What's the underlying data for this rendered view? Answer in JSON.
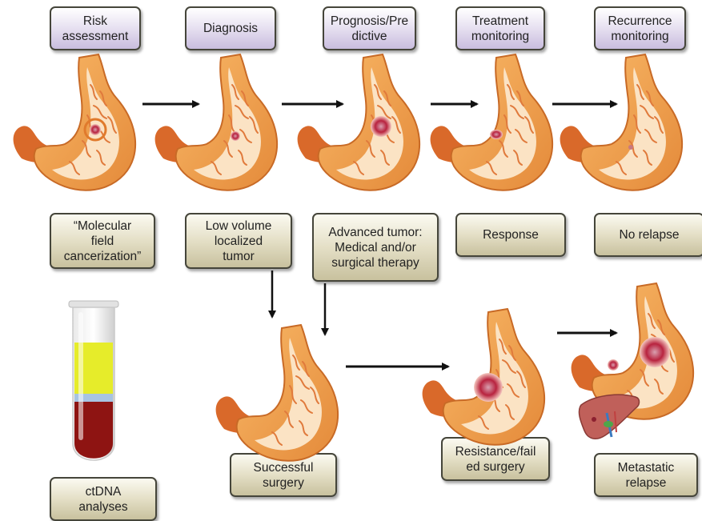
{
  "stages": [
    {
      "line1": "Risk",
      "line2": "assessment"
    },
    {
      "line1": "Diagnosis",
      "line2": ""
    },
    {
      "line1": "Prognosis/Pre",
      "line2": "dictive"
    },
    {
      "line1": "Treatment",
      "line2": "monitoring"
    },
    {
      "line1": "Recurrence",
      "line2": "monitoring"
    }
  ],
  "conditions": {
    "molecular": {
      "line1": "“Molecular",
      "line2": "field",
      "line3": "cancerization”"
    },
    "low_volume": {
      "line1": "Low volume",
      "line2": "localized",
      "line3": "tumor"
    },
    "advanced": {
      "line1": "Advanced tumor:",
      "line2": "Medical and/or",
      "line3": "surgical therapy"
    },
    "response": {
      "line1": "Response"
    },
    "no_relapse": {
      "line1": "No relapse"
    }
  },
  "outcomes": {
    "ctdna": {
      "line1": "ctDNA",
      "line2": "analyses"
    },
    "successful": {
      "line1": "Successful",
      "line2": "surgery"
    },
    "resistance": {
      "line1": "Resistance/fail",
      "line2": "ed surgery"
    },
    "metastatic": {
      "line1": "Metastatic",
      "line2": "relapse"
    }
  },
  "colors": {
    "stomach_outer": "#f2a24a",
    "stomach_inner": "#fbe3c4",
    "stomach_fold": "#e07a3c",
    "esophagus": "#d9692a",
    "tumor": "#b8233f",
    "plasma": "#e6ec2a",
    "buffy_coat": "#a8c4e2",
    "blood": "#8e1412",
    "liver": "#c0605a",
    "purple_box": "#c9bdde",
    "tan_box": "#c8c19e"
  }
}
